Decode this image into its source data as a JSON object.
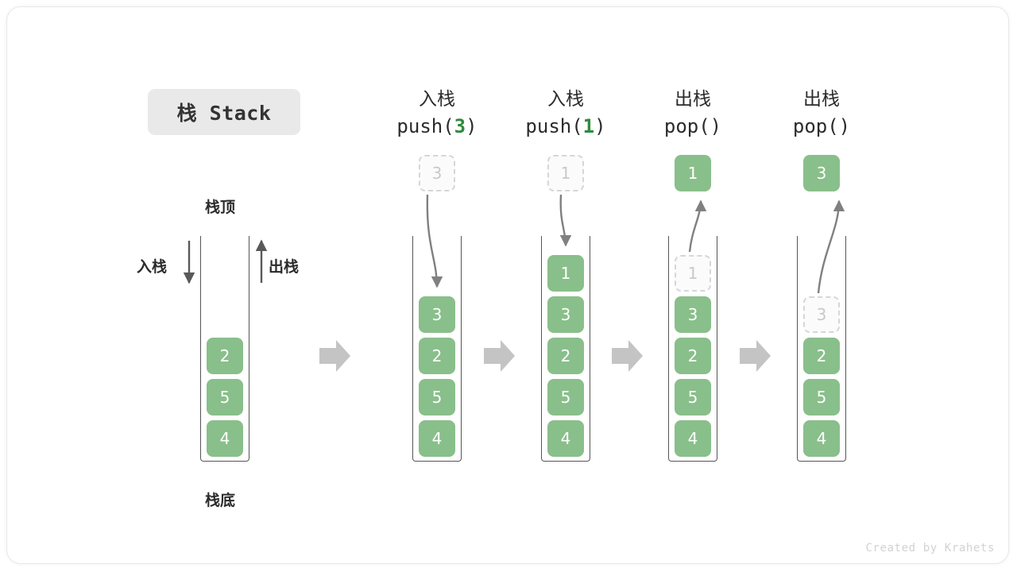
{
  "card": {
    "title_chip": "栈 Stack",
    "watermark": "Created by Krahets"
  },
  "initial_stack": {
    "top_label": "栈顶",
    "bottom_label": "栈底",
    "push_label": "入栈",
    "pop_label": "出栈",
    "cells": [
      "2",
      "5",
      "4"
    ]
  },
  "colors": {
    "element_green": "#89bf8a",
    "ghost_border": "#d6d6d6",
    "ghost_text": "#c9c9c9",
    "arrow_gray": "#808080",
    "container_border": "#555555",
    "chip_bg": "#e9e9e9",
    "code_arg_green": "#2e8b3d",
    "step_arrow_gray": "#c4c4c4"
  },
  "steps": [
    {
      "header_cn": "入栈",
      "op_prefix": "push(",
      "op_arg": "3",
      "op_suffix": ")",
      "floating_cell": {
        "value": "3",
        "style": "ghost"
      },
      "motion": "down",
      "cells": [
        {
          "value": "3",
          "style": "solid"
        },
        {
          "value": "2",
          "style": "solid"
        },
        {
          "value": "5",
          "style": "solid"
        },
        {
          "value": "4",
          "style": "solid"
        }
      ]
    },
    {
      "header_cn": "入栈",
      "op_prefix": "push(",
      "op_arg": "1",
      "op_suffix": ")",
      "floating_cell": {
        "value": "1",
        "style": "ghost"
      },
      "motion": "down",
      "cells": [
        {
          "value": "1",
          "style": "solid"
        },
        {
          "value": "3",
          "style": "solid"
        },
        {
          "value": "2",
          "style": "solid"
        },
        {
          "value": "5",
          "style": "solid"
        },
        {
          "value": "4",
          "style": "solid"
        }
      ]
    },
    {
      "header_cn": "出栈",
      "op_prefix": "pop(",
      "op_arg": "",
      "op_suffix": ")",
      "floating_cell": {
        "value": "1",
        "style": "solid"
      },
      "motion": "up",
      "cells": [
        {
          "value": "1",
          "style": "ghost"
        },
        {
          "value": "3",
          "style": "solid"
        },
        {
          "value": "2",
          "style": "solid"
        },
        {
          "value": "5",
          "style": "solid"
        },
        {
          "value": "4",
          "style": "solid"
        }
      ]
    },
    {
      "header_cn": "出栈",
      "op_prefix": "pop(",
      "op_arg": "",
      "op_suffix": ")",
      "floating_cell": {
        "value": "3",
        "style": "solid"
      },
      "motion": "up",
      "cells": [
        {
          "value": "3",
          "style": "ghost"
        },
        {
          "value": "2",
          "style": "solid"
        },
        {
          "value": "5",
          "style": "solid"
        },
        {
          "value": "4",
          "style": "solid"
        }
      ]
    }
  ],
  "step_separators": [
    "step-arrow-1",
    "step-arrow-2",
    "step-arrow-3",
    "step-arrow-4"
  ]
}
